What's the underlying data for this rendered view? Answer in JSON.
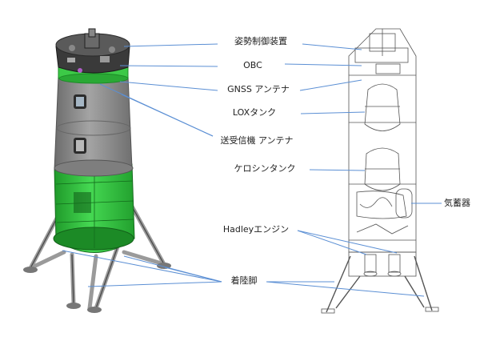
{
  "labels": {
    "attitude_control": "姿勢制御装置",
    "obc": "OBC",
    "gnss_antenna": "GNSS アンテナ",
    "lox_tank": "LOXタンク",
    "txrx_antenna": "送受信機 アンテナ",
    "kerosene_tank": "ケロシンタンク",
    "gas_bottle": "気蓄器",
    "hadley_engine": "Hadleyエンジン",
    "landing_legs": "着陸脚"
  },
  "colors": {
    "leader_line": "#5b8fd4",
    "gray_body": "#8d8d8d",
    "green_body": "#2ec43a",
    "dark_top": "#3a3a3a",
    "line_drawing": "#555555"
  }
}
